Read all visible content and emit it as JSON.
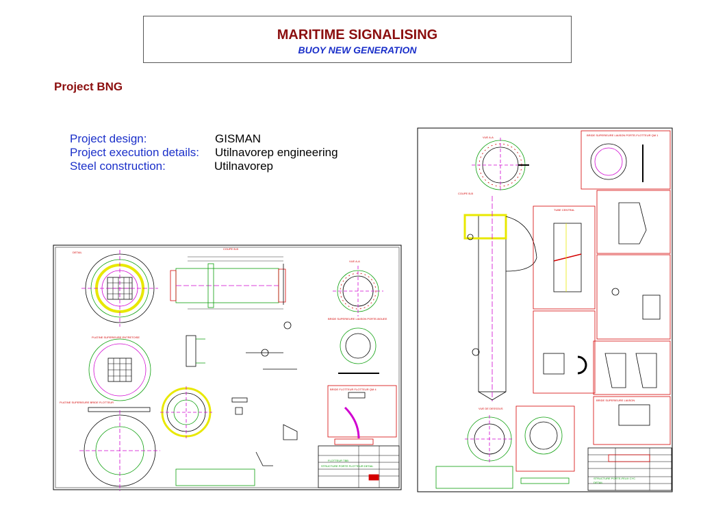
{
  "header": {
    "title": "MARITIME SIGNALISING",
    "subtitle": "BUOY NEW GENERATION"
  },
  "project": {
    "name": "Project BNG",
    "credits": [
      {
        "label": "Project design:",
        "value": "GISMAN"
      },
      {
        "label": "Project execution details:",
        "value": "Utilnavorep engineering"
      },
      {
        "label": "Steel construction:",
        "value": "Utilnavorep"
      }
    ]
  },
  "colors": {
    "title": "#8b0e0e",
    "subtitle": "#1a2fc9",
    "label": "#1a2fc9",
    "drawing_line": "#0b9f0b",
    "drawing_red": "#d40000",
    "drawing_magenta": "#d000d0",
    "drawing_yellow": "#e8e800"
  },
  "drawing_left": {
    "sheet_title": "FLOTTEUR TBB",
    "sheet_subtitle": "STRUCTURE PORTE FLOTTEUR DETAIL",
    "view_labels": [
      "DETAIL",
      "COUPE B-B",
      "VUE A-A",
      "PLATINE SUPERIEURE ENTRETOISE",
      "PLATINE SUPERIEURE BRIDE FLOTTEUR",
      "BRIDE SUPERIEURE LIAISON PORTE-BOUEE",
      "BRIDE FLOTTEUR FLOTTEUR QM 4"
    ]
  },
  "drawing_right": {
    "sheet_title": "STRUCTURE PORTE-FEUX CYC",
    "sheet_subtitle": "DETAIL",
    "view_labels": [
      "VUE A-A",
      "COUPE B-B",
      "VUE DE DESSOUS",
      "TUBE CENTRAL",
      "BRIDE SUPERIEURE LIAISON PORTE-FLOTTEUR QM 1",
      "BRIDE SUPERIEURE LIAISON"
    ]
  }
}
